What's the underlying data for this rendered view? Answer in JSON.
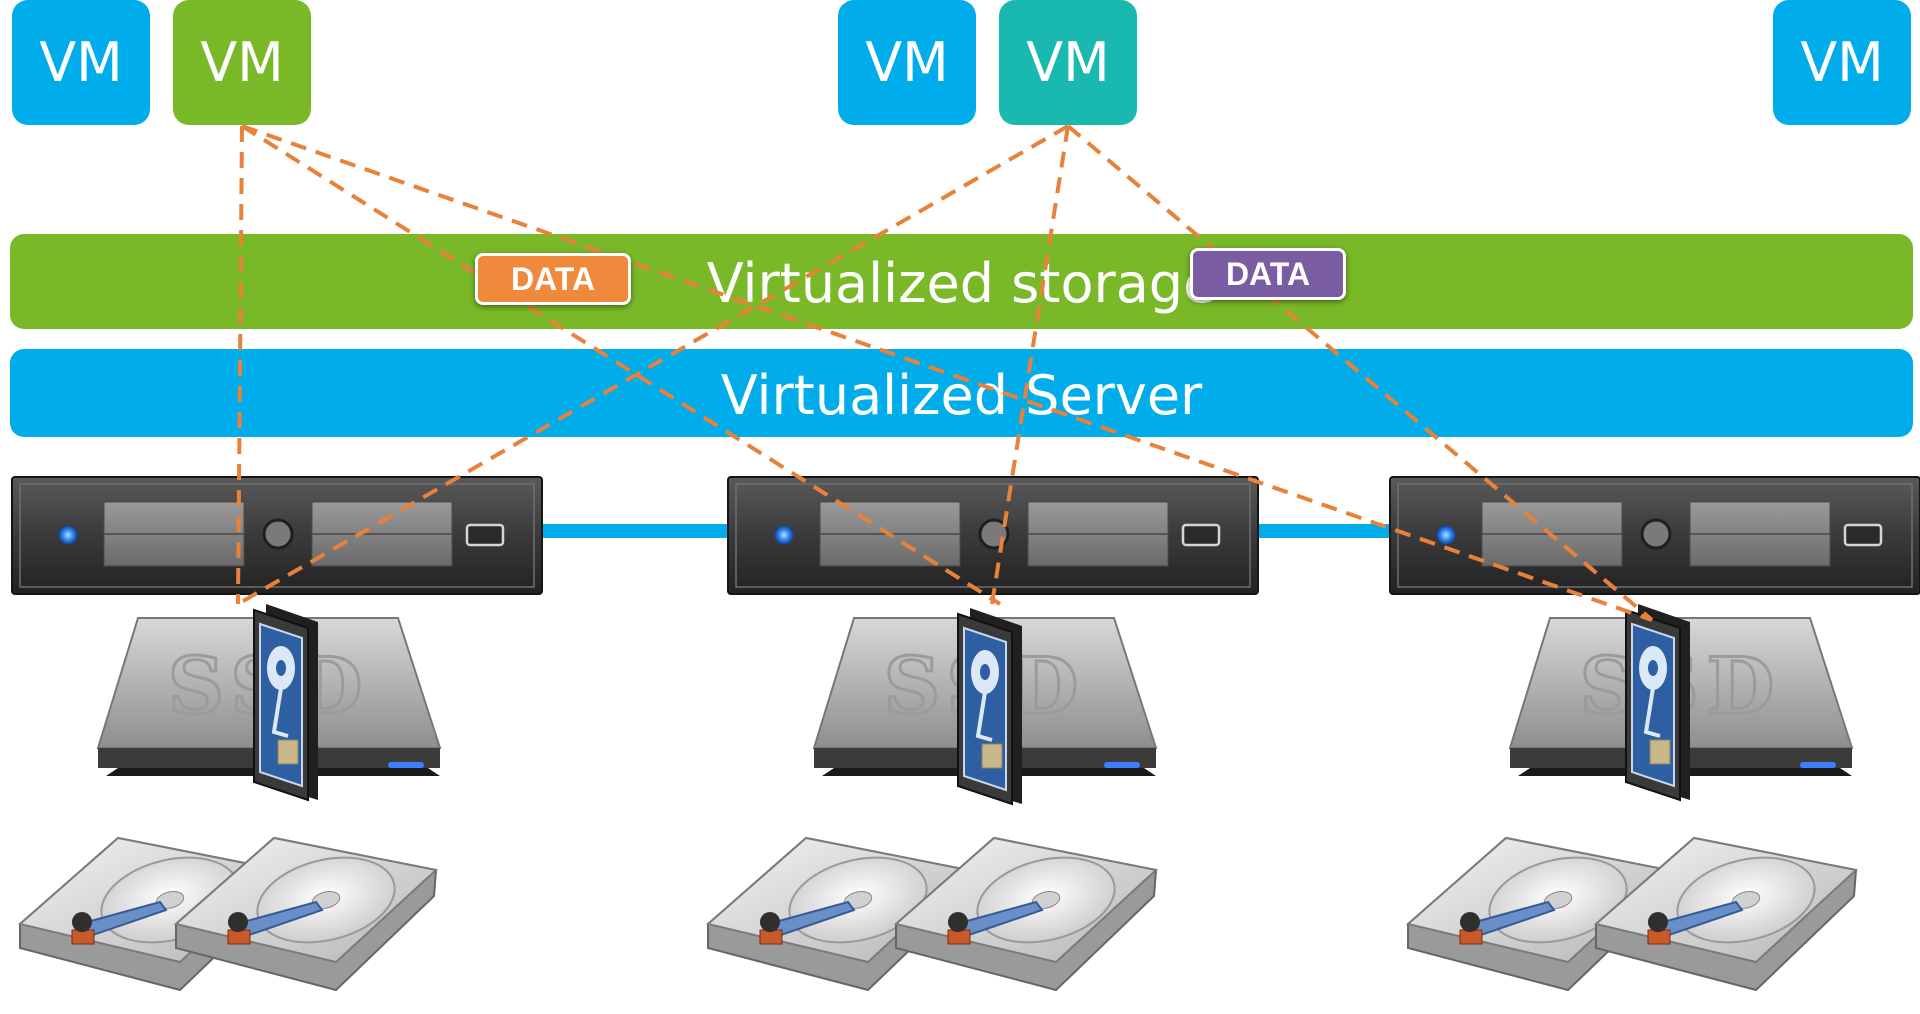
{
  "colors": {
    "vm_blue": "#00ace9",
    "vm_green": "#79b928",
    "vm_teal": "#19b9b0",
    "storage_band": "#79b928",
    "server_band": "#00ace9",
    "link": "#00ace9",
    "dash": "#e8823a",
    "data_tag_orange": "#ef8a3c",
    "data_tag_purple": "#7a5ca2"
  },
  "vms": [
    {
      "label": "VM",
      "color": "vm_blue"
    },
    {
      "label": "VM",
      "color": "vm_green"
    },
    {
      "label": "VM",
      "color": "vm_blue"
    },
    {
      "label": "VM",
      "color": "vm_teal"
    },
    {
      "label": "VM",
      "color": "vm_blue"
    }
  ],
  "layers": {
    "storage": "Virtualized storage",
    "server": "Virtualized Server"
  },
  "tags": {
    "orange": "DATA",
    "purple": "DATA"
  },
  "icons": {
    "server": "rack-server-icon",
    "ssd": "ssd-icon",
    "flash": "flash-drive-icon",
    "hdd": "hard-disk-icon"
  },
  "ssd_label": "SSD",
  "nodes": 3
}
